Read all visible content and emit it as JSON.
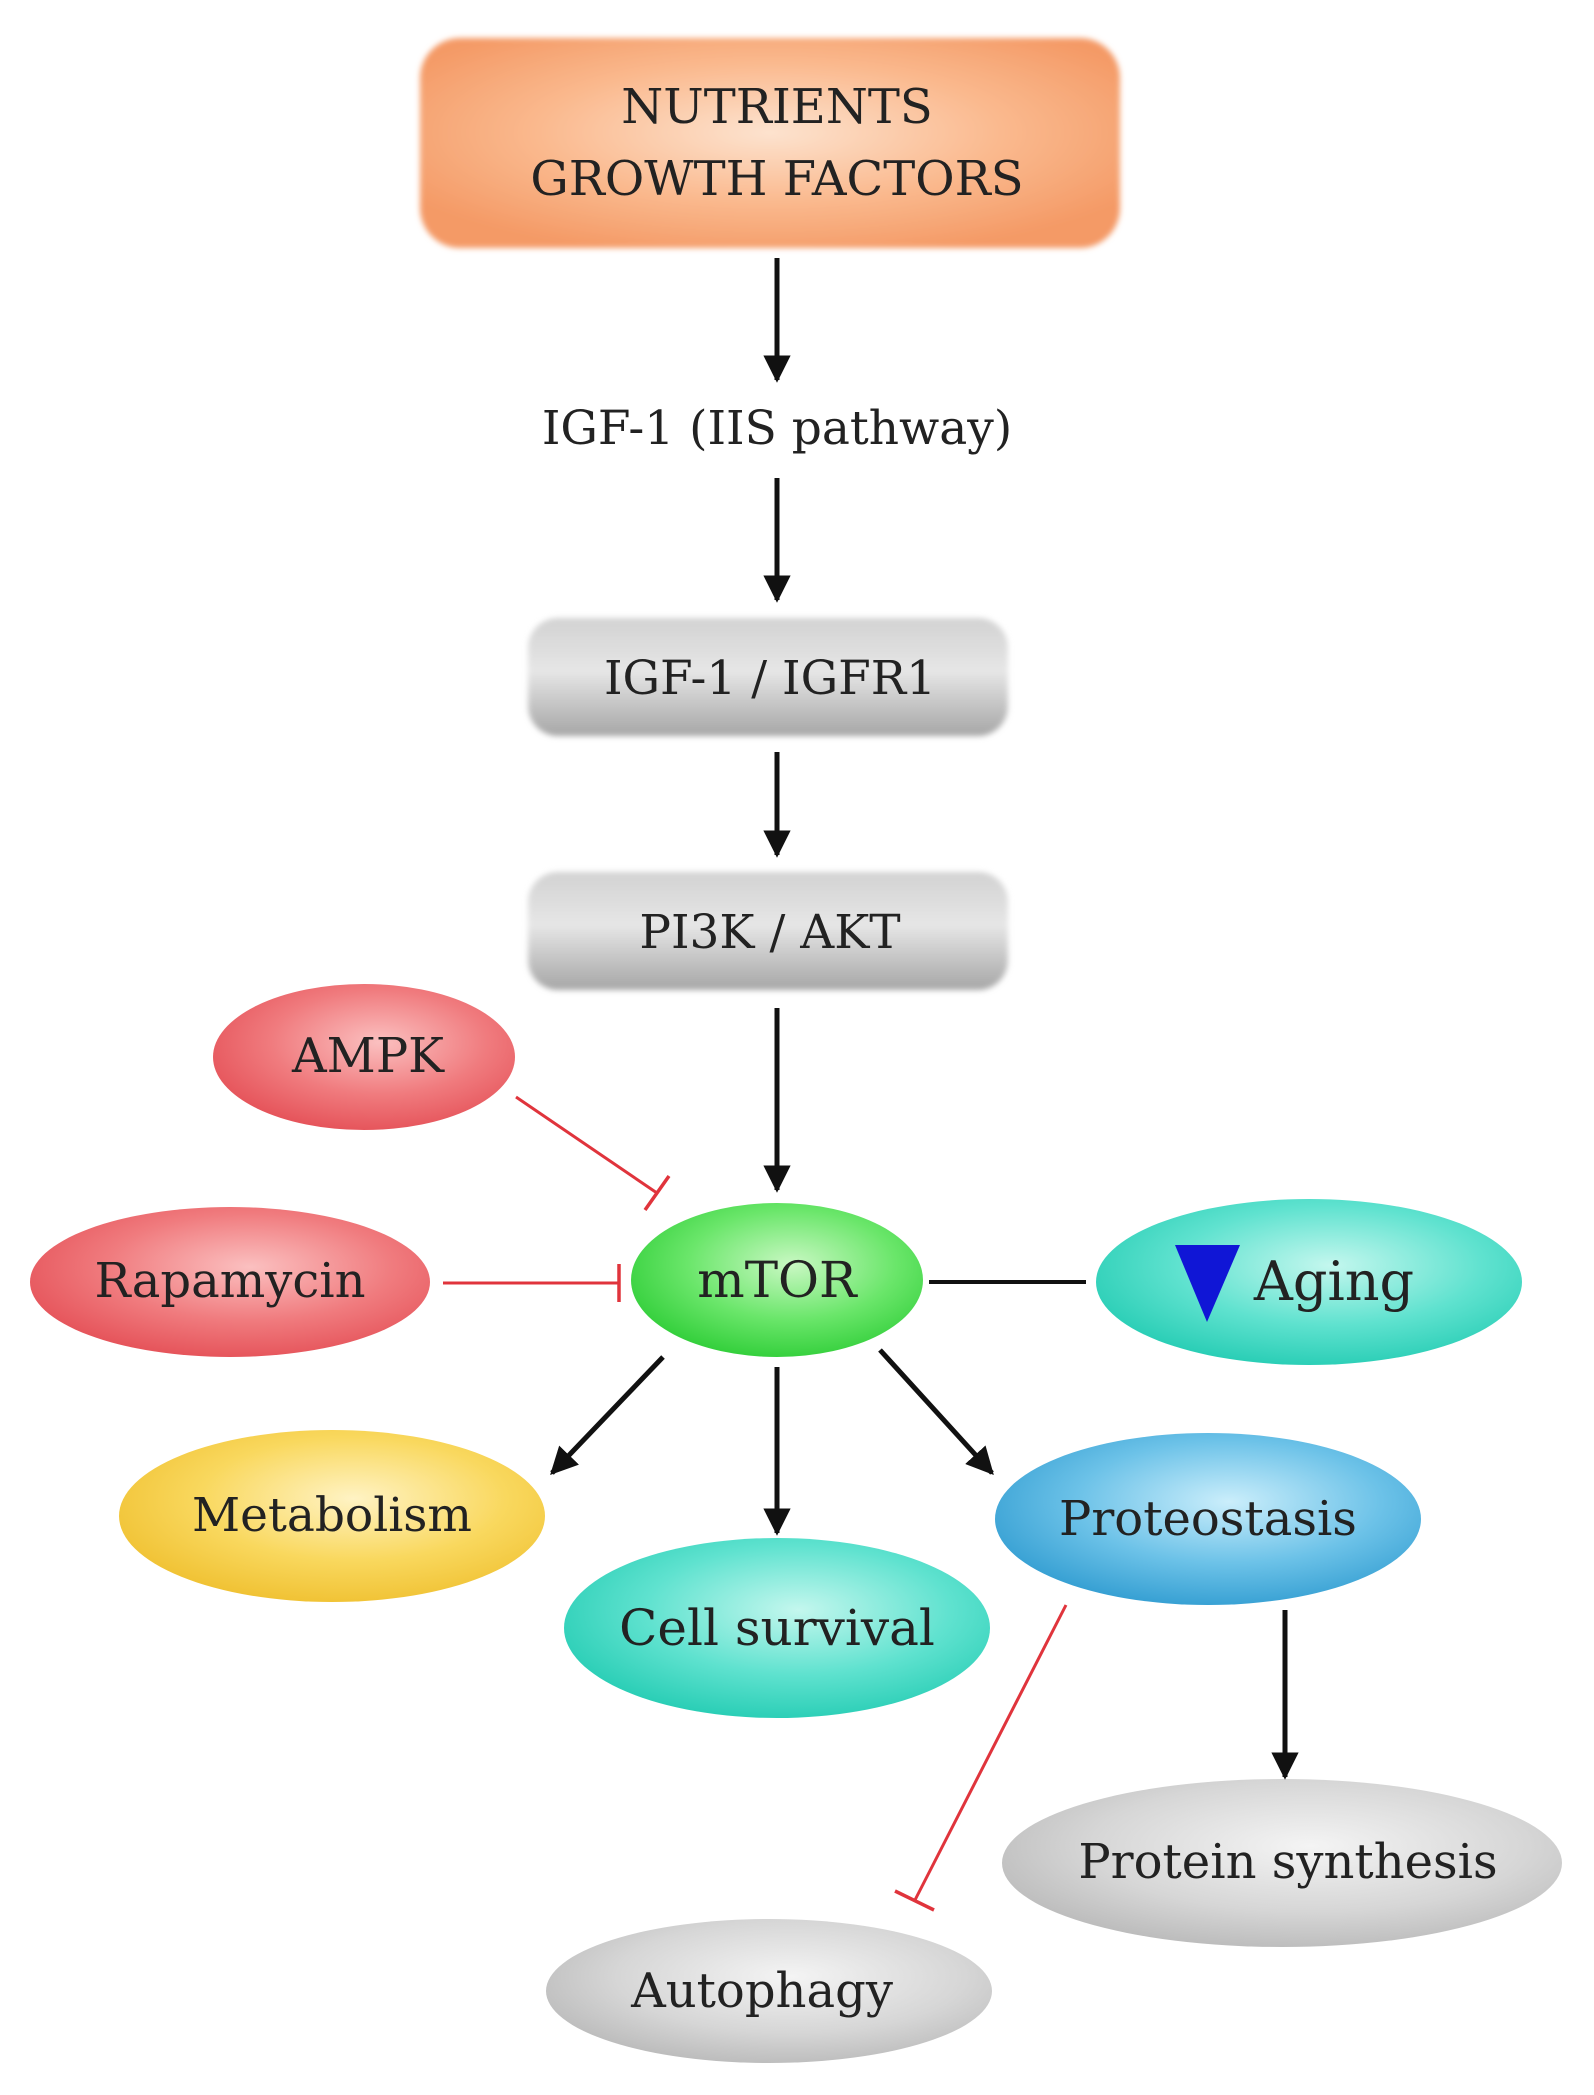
{
  "colors": {
    "peach": "#f7a878",
    "gray": "#9a9a9a",
    "red": "#e8555a",
    "green": "#3ad83a",
    "teal": "#2fd6bd",
    "yellow": "#f2c840",
    "blue": "#3aa6d6",
    "arrow": "#111111",
    "inhibit": "#e0343c",
    "triangle": "#1016d6"
  },
  "nodes": {
    "nutrients_line1": "NUTRIENTS",
    "nutrients_line2": "GROWTH FACTORS",
    "igf1_iis": "IGF-1 (IIS pathway)",
    "igf1_igfr1": "IGF-1 / IGFR1",
    "pi3k_akt": "PI3K / AKT",
    "ampk": "AMPK",
    "rapamycin": "Rapamycin",
    "mtor": "mTOR",
    "aging": "Aging",
    "metabolism": "Metabolism",
    "cell_survival": "Cell survival",
    "proteostasis": "Proteostasis",
    "protein_synthesis": "Protein synthesis",
    "autophagy": "Autophagy"
  }
}
